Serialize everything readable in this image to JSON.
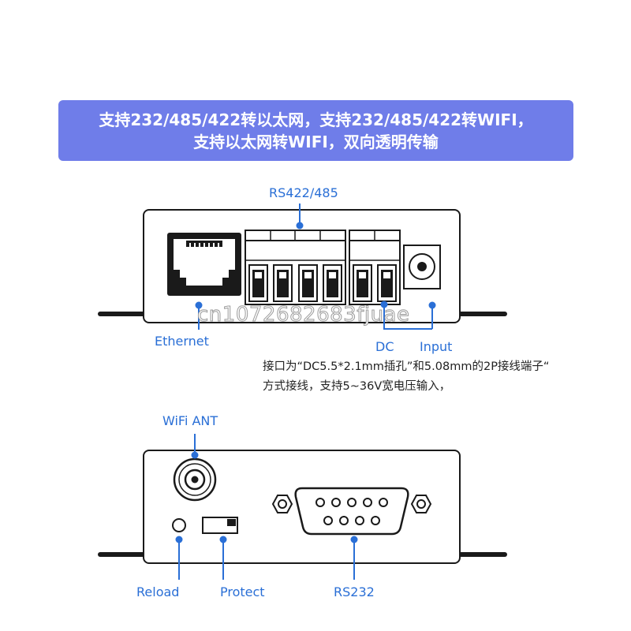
{
  "banner": {
    "line1": "支持232/485/422转以太网，支持232/485/422转WIFI，",
    "line2": "支持以太网转WIFI，双向透明传输"
  },
  "device_top": {
    "labels": {
      "rs422_485": "RS422/485",
      "ethernet": "Ethernet",
      "dc": "DC",
      "input": "Input"
    },
    "note": {
      "line1": "接口为“DC5.5*2.1mm插孔”和5.08mm的2P接线端子“",
      "line2": "方式接线，支持5~36V宽电压输入，"
    },
    "watermark": "cn1072682683fjuae"
  },
  "device_bottom": {
    "labels": {
      "wifi_ant": "WiFi ANT",
      "reload": "Reload",
      "protect": "Protect",
      "rs232": "RS232"
    }
  },
  "colors": {
    "banner_bg": "#6f7de9",
    "label_blue": "#2a6fd6",
    "outline": "#1a1a1a"
  }
}
